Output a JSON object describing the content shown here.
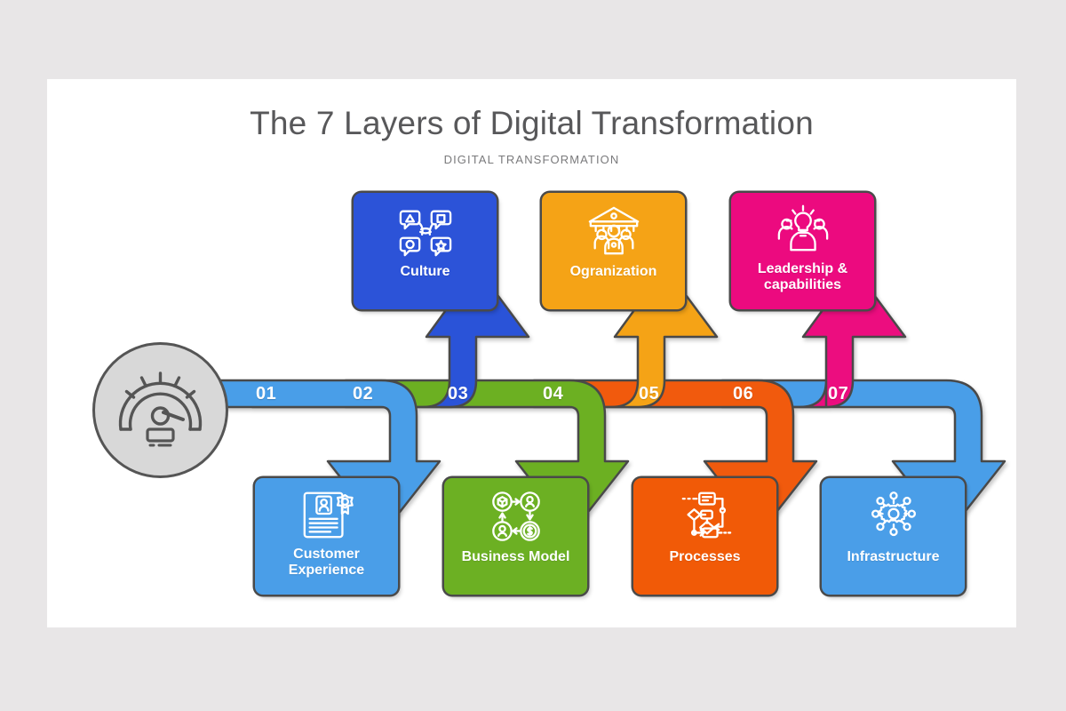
{
  "slide": {
    "title": "The 7 Layers of Digital Transformation",
    "subtitle": "DIGITAL TRANSFORMATION",
    "background_color": "#e8e6e7",
    "panel_color": "#ffffff"
  },
  "start_node": {
    "icon": "speedometer-gauge-icon",
    "fill_color": "#d8d8d8",
    "stroke_color": "#555555"
  },
  "steps": [
    {
      "number": "01",
      "label": "Customer Experience",
      "color": "#4a9ee8",
      "position": "bottom",
      "icon": "customer-profile-document-icon"
    },
    {
      "number": "02",
      "label": "Culture",
      "color": "#2c53d8",
      "position": "top",
      "icon": "speech-bubbles-shapes-icon"
    },
    {
      "number": "03",
      "label": "Business Model",
      "color": "#6cb023",
      "position": "bottom",
      "icon": "business-cycle-flow-icon"
    },
    {
      "number": "04",
      "label": "Ogranization",
      "color": "#f5a316",
      "position": "top",
      "icon": "institution-people-icon"
    },
    {
      "number": "05",
      "label": "Processes",
      "color": "#f15a07",
      "position": "bottom",
      "icon": "flowchart-process-icon"
    },
    {
      "number": "06",
      "label": "Leadership & capabilities",
      "color": "#ec0a7f",
      "position": "top",
      "icon": "lightbulb-team-icon"
    },
    {
      "number": "07",
      "label": "Infrastructure",
      "color": "#4a9ee8",
      "position": "bottom",
      "icon": "gear-network-nodes-icon"
    }
  ],
  "chart_data": {
    "type": "diagram",
    "title": "The 7 Layers of Digital Transformation",
    "categories": [
      "01",
      "02",
      "03",
      "04",
      "05",
      "06",
      "07"
    ],
    "labels": [
      "Customer Experience",
      "Culture",
      "Business Model",
      "Ogranization",
      "Processes",
      "Leadership & capabilities",
      "Infrastructure"
    ],
    "colors": [
      "#4a9ee8",
      "#2c53d8",
      "#6cb023",
      "#f5a316",
      "#f15a07",
      "#ec0a7f",
      "#4a9ee8"
    ],
    "directions": [
      "down",
      "up",
      "down",
      "up",
      "down",
      "up",
      "down"
    ]
  }
}
